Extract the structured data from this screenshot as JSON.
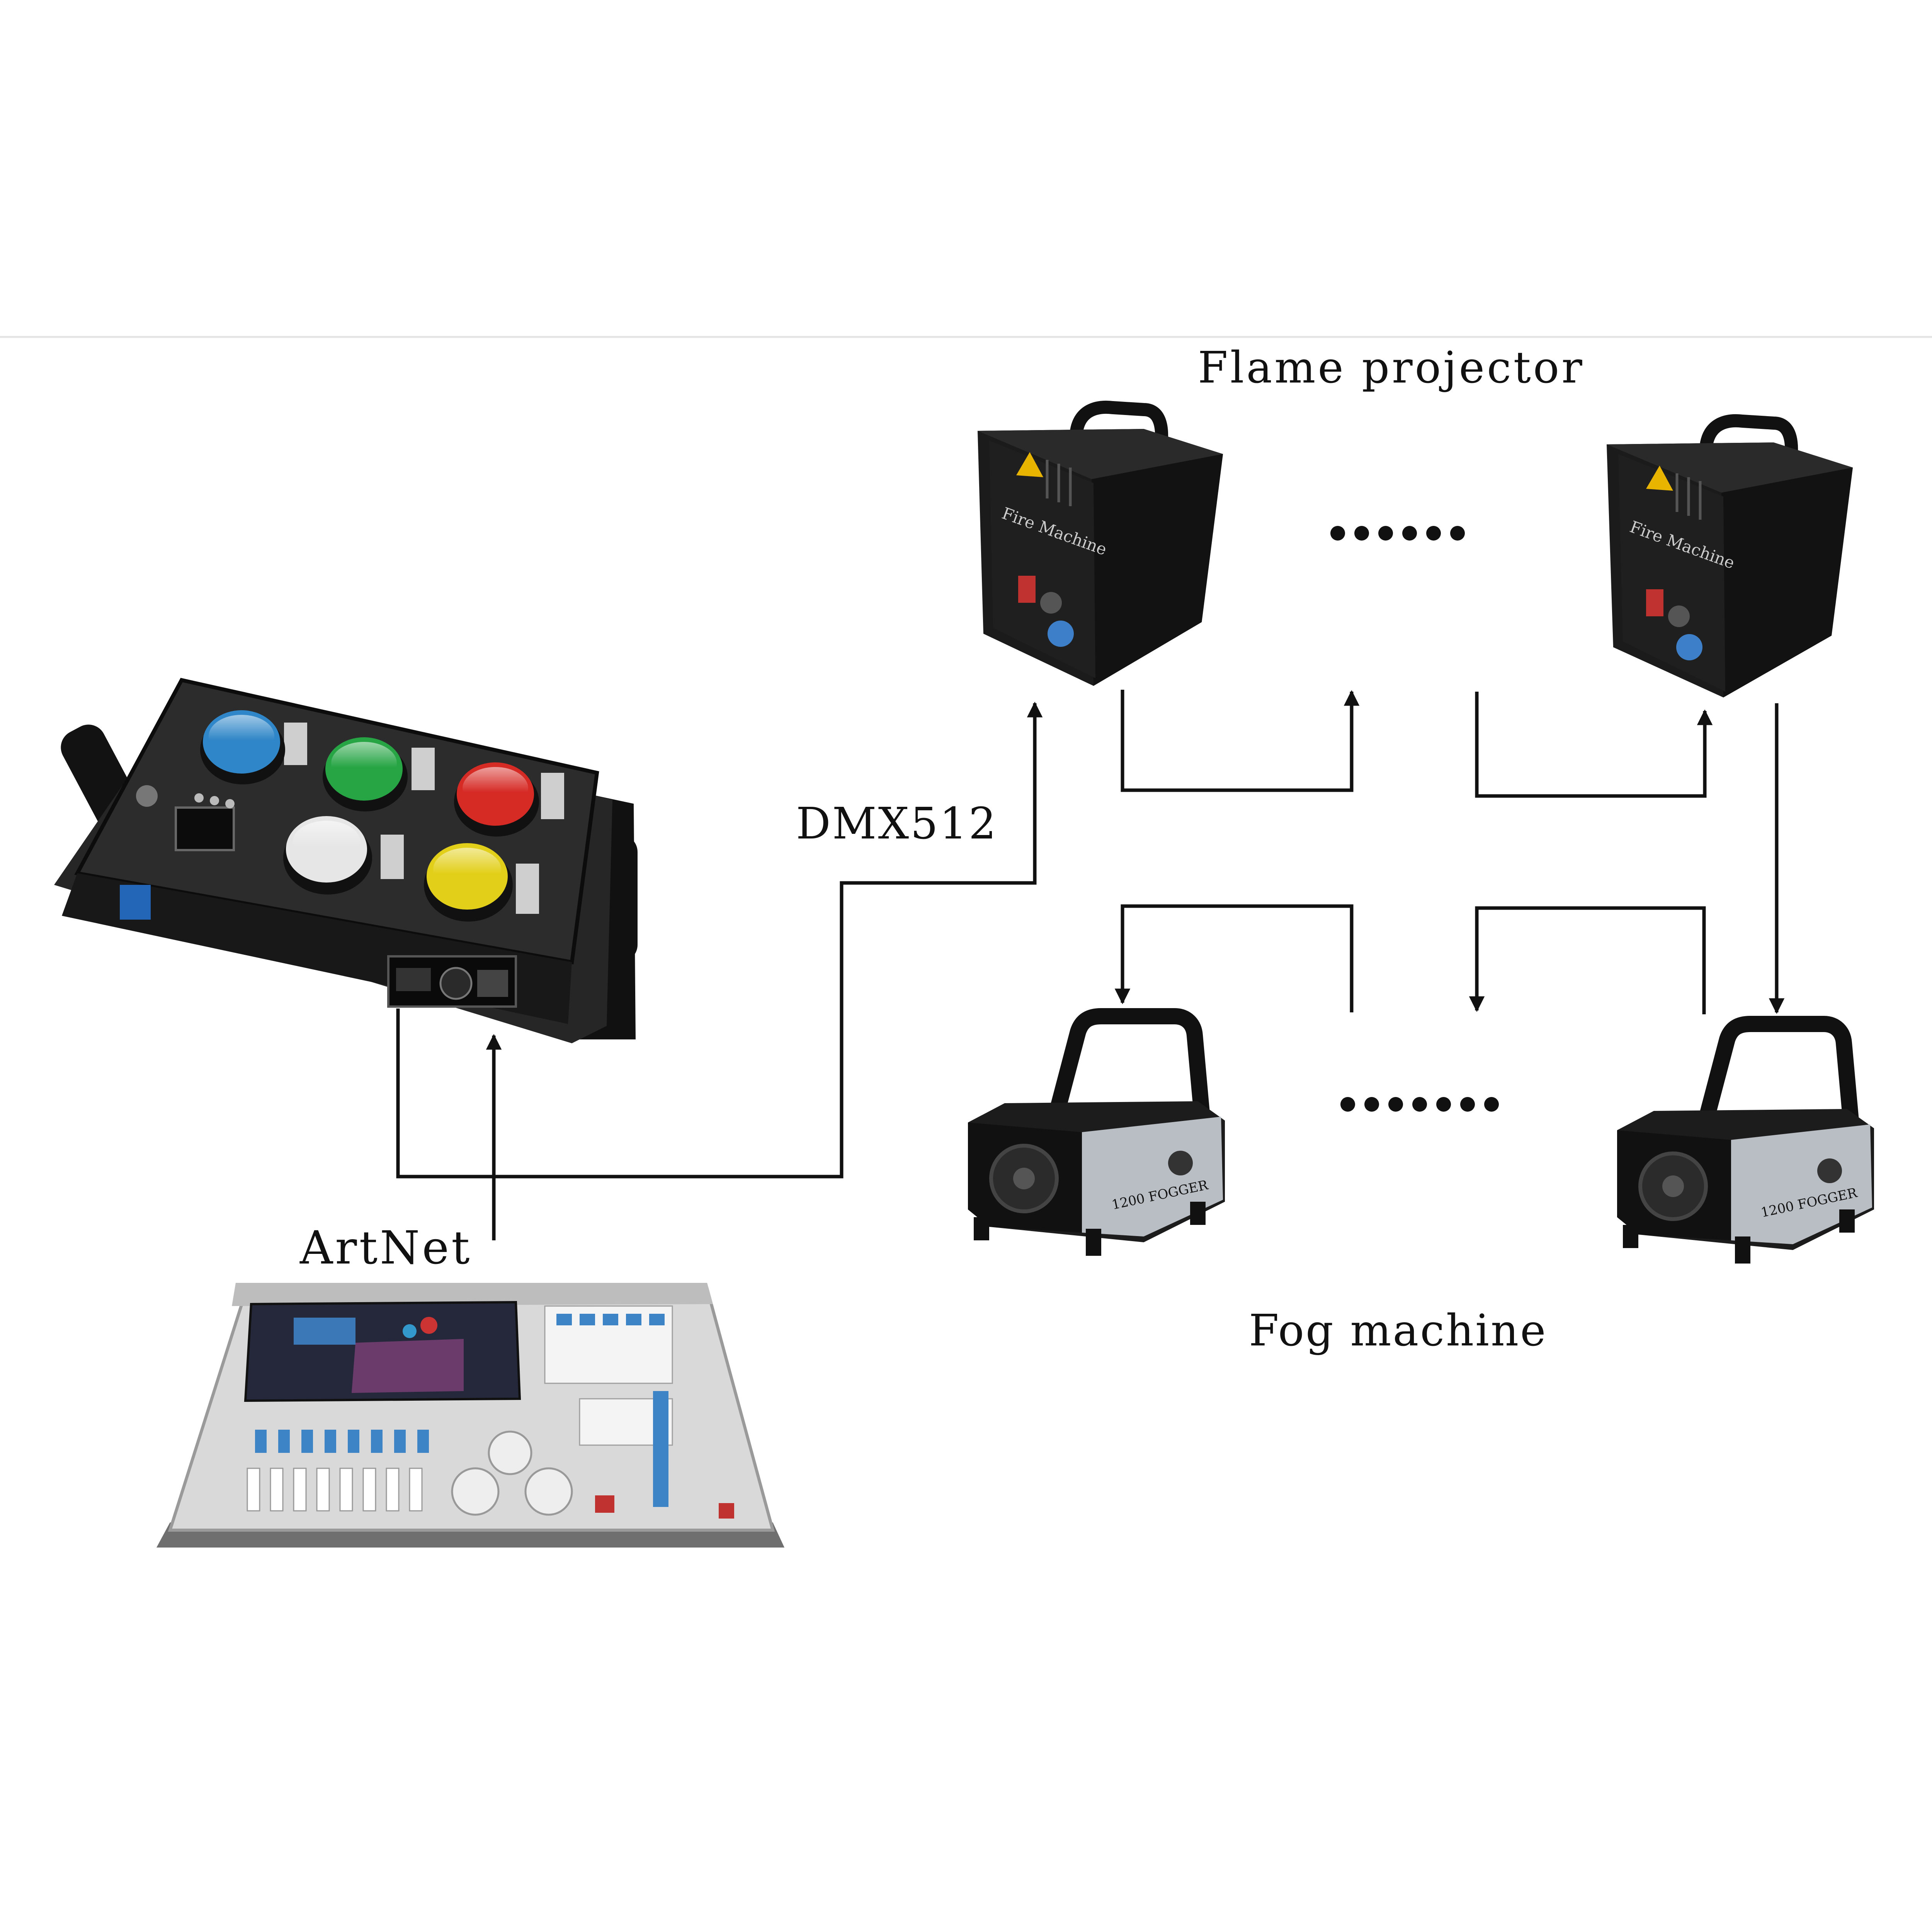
{
  "labels": {
    "flame": "Flame projector",
    "fog": "Fog machine",
    "dmx": "DMX512",
    "artnet": "ArtNet",
    "ellipsis_top": "·······",
    "ellipsis_bottom": "·······"
  },
  "devices": {
    "controller": {
      "buttons": [
        {
          "name": "blue",
          "color": "#2f86c8"
        },
        {
          "name": "green",
          "color": "#27a545"
        },
        {
          "name": "red",
          "color": "#d62a25"
        },
        {
          "name": "white",
          "color": "#e6e6e6"
        },
        {
          "name": "yellow",
          "color": "#e2cf1a"
        }
      ]
    },
    "flame_unit": {
      "front_text": "Fire Machine"
    },
    "fog_unit": {
      "side_text": "1200 FOGGER"
    }
  },
  "colors": {
    "line": "#111111",
    "device_dark": "#1b1b1b",
    "console_body": "#d9d9d9",
    "console_screen": "#24283a",
    "fogger_body": "#b9bec4"
  }
}
